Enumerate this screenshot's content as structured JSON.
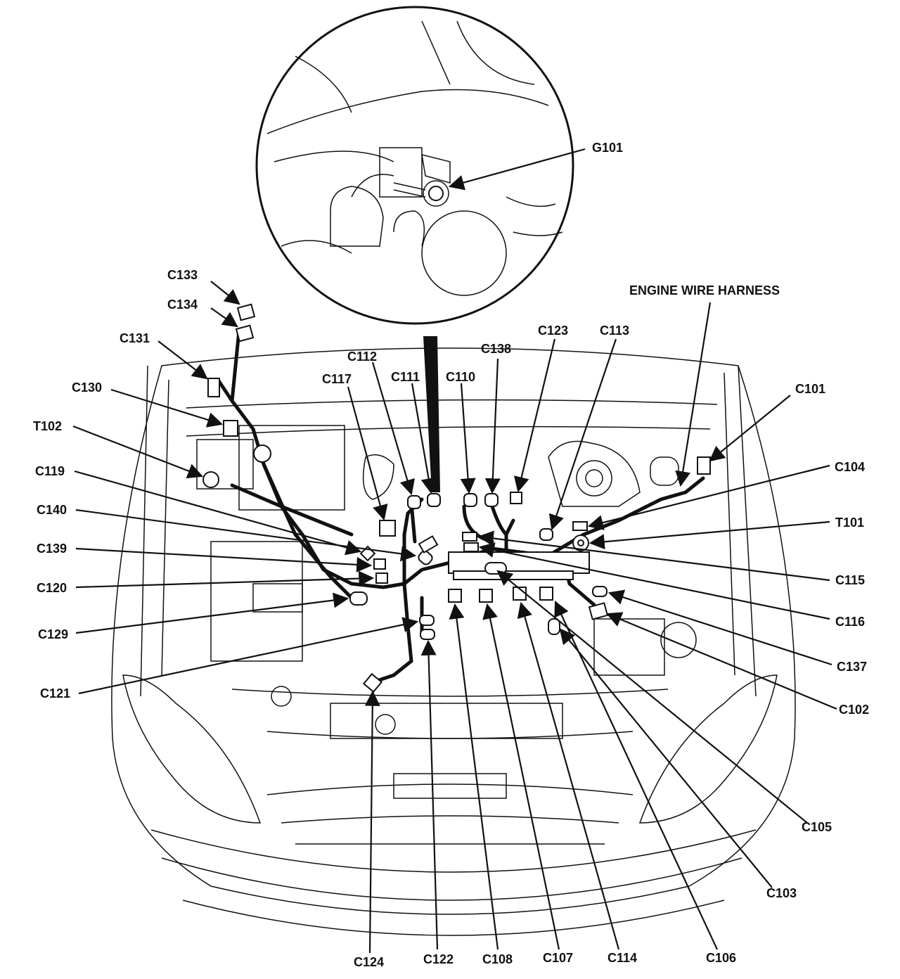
{
  "title": "ENGINE WIRE HARNESS",
  "ground_label": "G101",
  "labels": {
    "c133": "C133",
    "c134": "C134",
    "c131": "C131",
    "c130": "C130",
    "t102": "T102",
    "c119": "C119",
    "c140": "C140",
    "c139": "C139",
    "c120": "C120",
    "c129": "C129",
    "c121": "C121",
    "c117": "C117",
    "c112": "C112",
    "c111": "C111",
    "c110": "C110",
    "c138": "C138",
    "c123": "C123",
    "c113": "C113",
    "c101": "C101",
    "c104": "C104",
    "t101": "T101",
    "c115": "C115",
    "c116": "C116",
    "c137": "C137",
    "c102": "C102",
    "c105": "C105",
    "c103": "C103",
    "c106": "C106",
    "c114": "C114",
    "c107": "C107",
    "c108": "C108",
    "c122": "C122",
    "c124": "C124"
  }
}
